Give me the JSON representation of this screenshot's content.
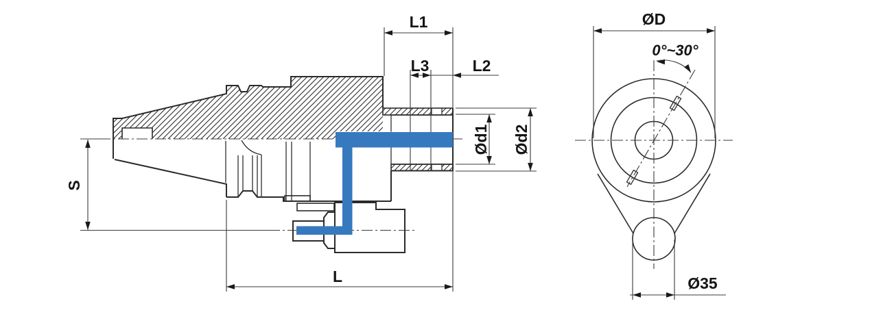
{
  "drawing": {
    "title_hint": "tool-holder two-view technical drawing",
    "labels": {
      "l1": "L1",
      "l3": "L3",
      "l2": "L2",
      "d1": "Ød1",
      "d2": "Ød2",
      "s": "S",
      "l": "L",
      "D": "ØD",
      "angle": "0°~30°",
      "d35": "Ø35"
    },
    "colors": {
      "line": "#2a2a2a",
      "dimension": "#3a3a3a",
      "highlight": "#3779be",
      "background": "#ffffff"
    }
  }
}
